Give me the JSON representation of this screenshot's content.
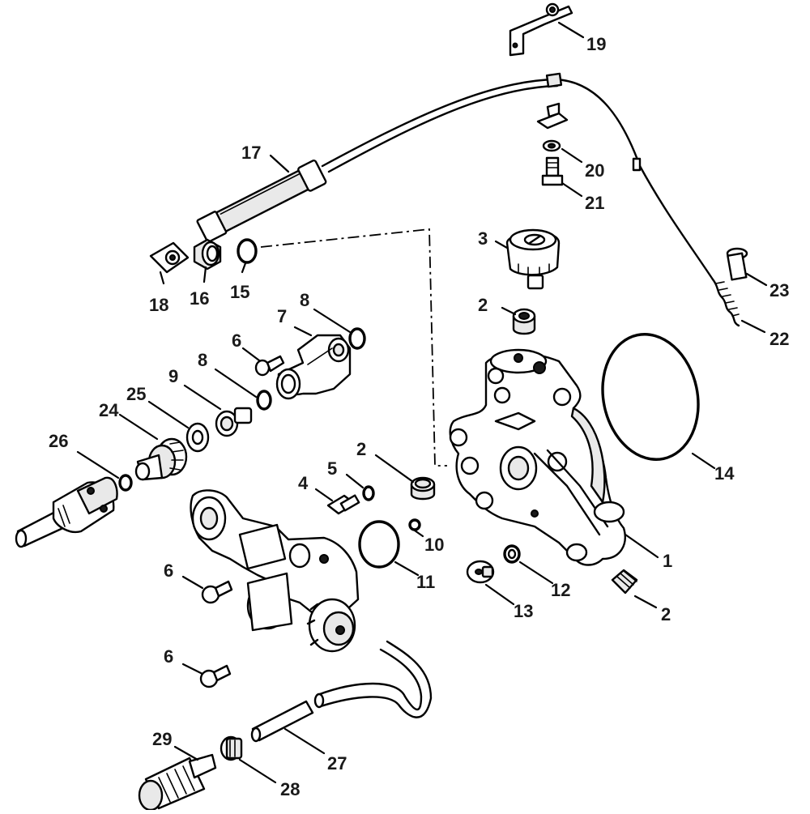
{
  "diagram": {
    "callouts": [
      {
        "id": "c1",
        "text": "1"
      },
      {
        "id": "c2a",
        "text": "2"
      },
      {
        "id": "c2b",
        "text": "2"
      },
      {
        "id": "c2c",
        "text": "2"
      },
      {
        "id": "c3",
        "text": "3"
      },
      {
        "id": "c4",
        "text": "4"
      },
      {
        "id": "c5",
        "text": "5"
      },
      {
        "id": "c6a",
        "text": "6"
      },
      {
        "id": "c6b",
        "text": "6"
      },
      {
        "id": "c6c",
        "text": "6"
      },
      {
        "id": "c7",
        "text": "7"
      },
      {
        "id": "c8a",
        "text": "8"
      },
      {
        "id": "c8b",
        "text": "8"
      },
      {
        "id": "c9",
        "text": "9"
      },
      {
        "id": "c10",
        "text": "10"
      },
      {
        "id": "c11",
        "text": "11"
      },
      {
        "id": "c12",
        "text": "12"
      },
      {
        "id": "c13",
        "text": "13"
      },
      {
        "id": "c14",
        "text": "14"
      },
      {
        "id": "c15",
        "text": "15"
      },
      {
        "id": "c16",
        "text": "16"
      },
      {
        "id": "c17",
        "text": "17"
      },
      {
        "id": "c18",
        "text": "18"
      },
      {
        "id": "c19",
        "text": "19"
      },
      {
        "id": "c20",
        "text": "20"
      },
      {
        "id": "c21",
        "text": "21"
      },
      {
        "id": "c22",
        "text": "22"
      },
      {
        "id": "c23",
        "text": "23"
      },
      {
        "id": "c24",
        "text": "24"
      },
      {
        "id": "c25",
        "text": "25"
      },
      {
        "id": "c26",
        "text": "26"
      },
      {
        "id": "c27",
        "text": "27"
      },
      {
        "id": "c28",
        "text": "28"
      },
      {
        "id": "c29",
        "text": "29"
      }
    ]
  }
}
